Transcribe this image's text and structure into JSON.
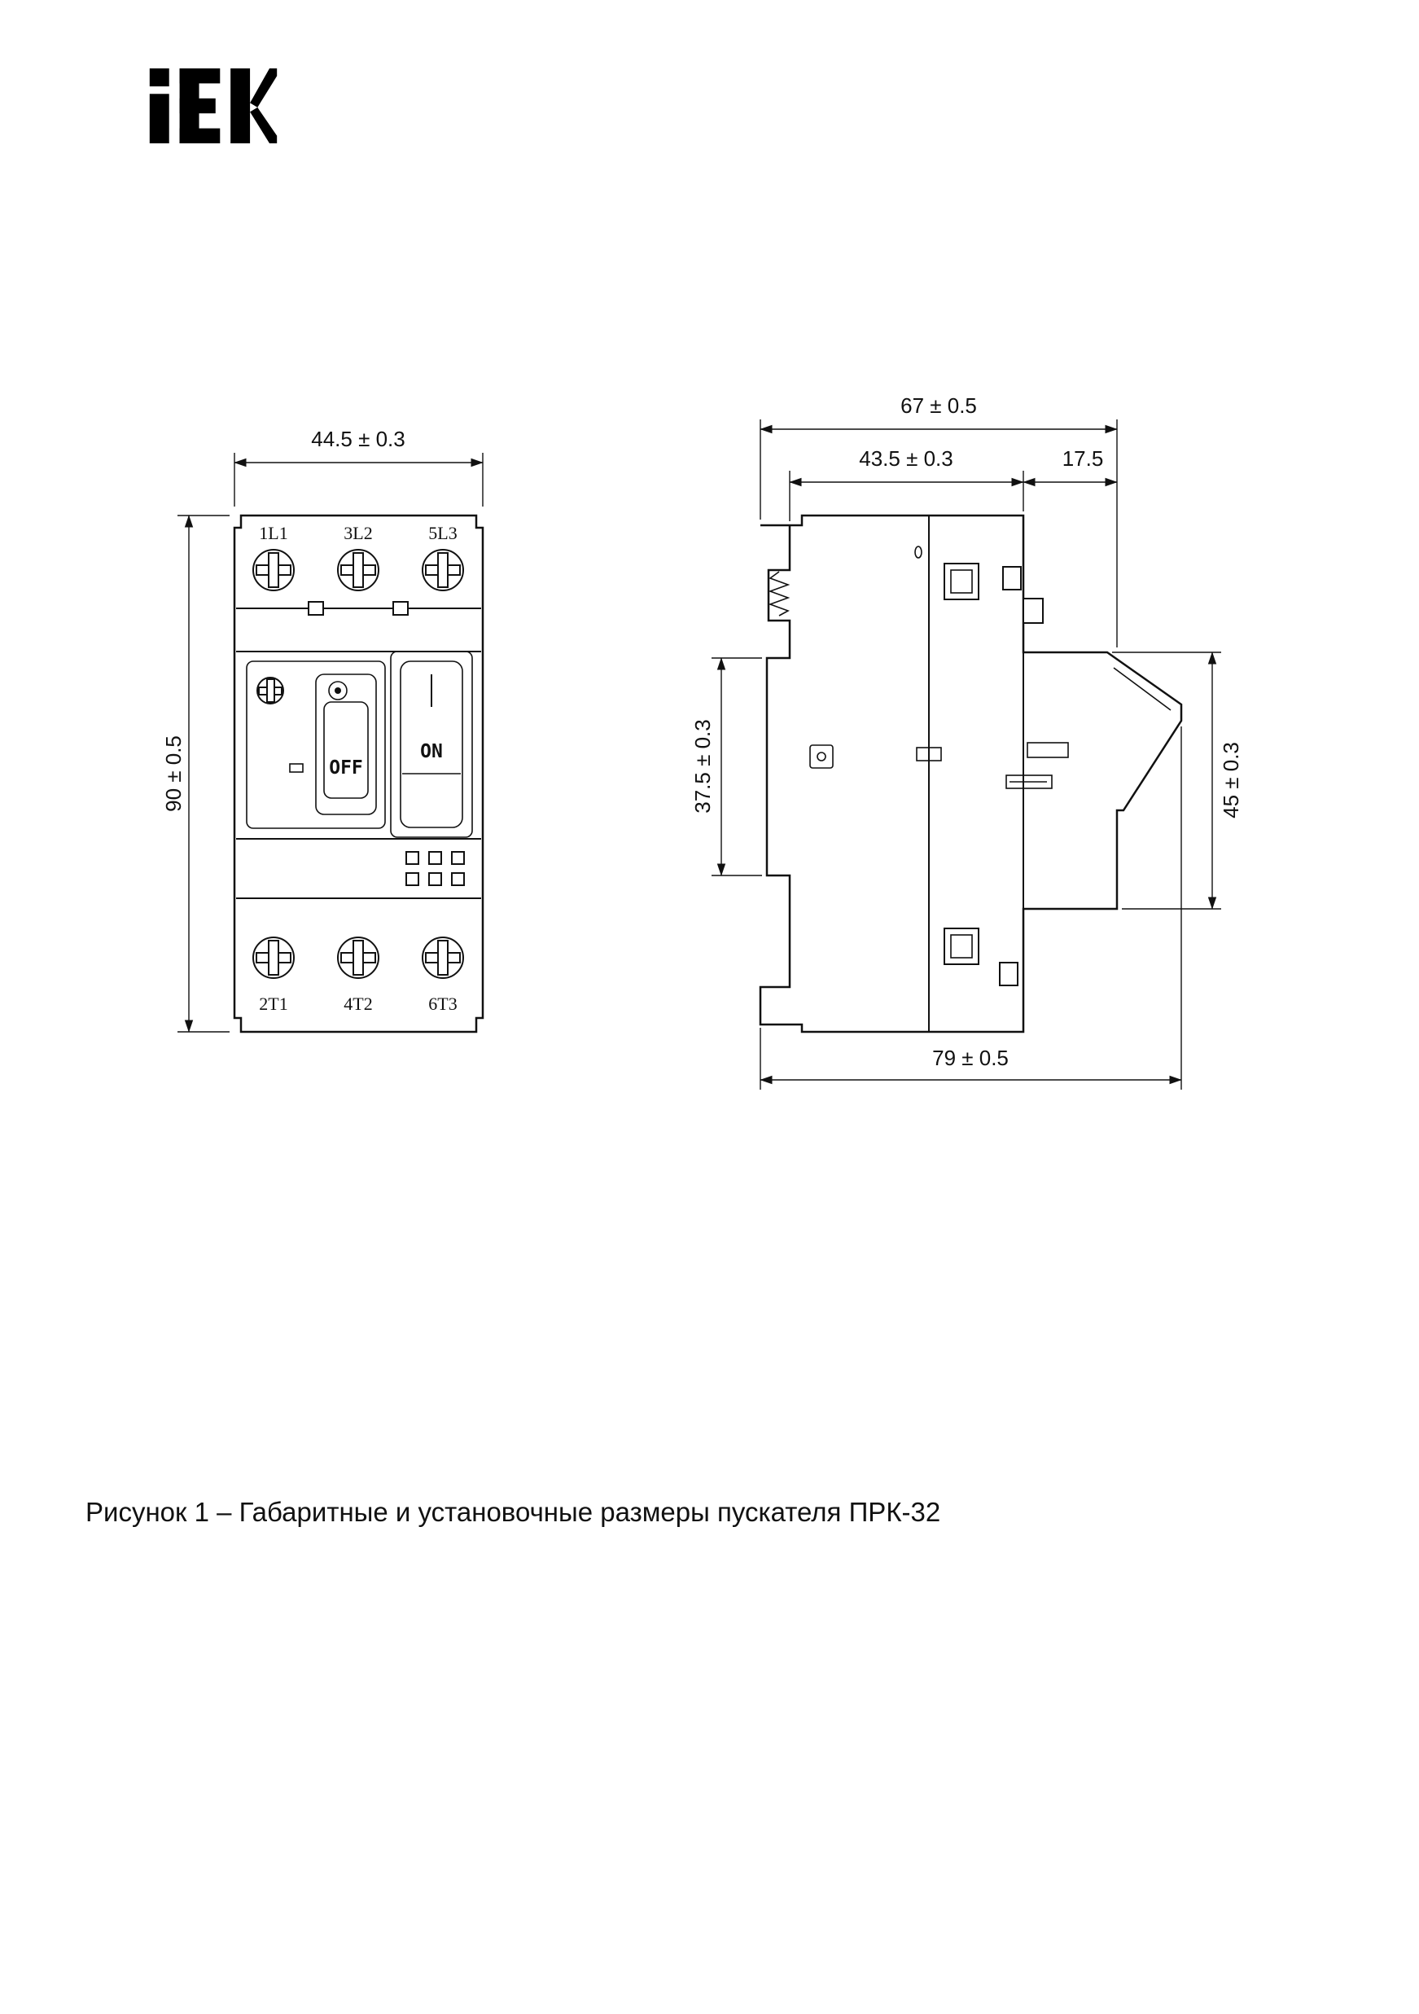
{
  "logo": {
    "text": "IEK"
  },
  "caption": {
    "text": "Рисунок 1 – Габаритные и установочные размеры пускателя ПРК-32"
  },
  "front_view": {
    "dim_width": "44.5 ± 0.3",
    "dim_height": "90 ± 0.5",
    "terminals_top": [
      "1L1",
      "3L2",
      "5L3"
    ],
    "terminals_bottom": [
      "2T1",
      "4T2",
      "6T3"
    ],
    "off_label": "OFF",
    "on_label": "ON"
  },
  "side_view": {
    "dim_depth_overall": "67 ± 0.5",
    "dim_depth_body": "43.5 ± 0.3",
    "dim_depth_front": "17.5",
    "dim_height_back": "37.5 ± 0.3",
    "dim_height_front": "45 ± 0.3",
    "dim_depth_total": "79 ± 0.5"
  }
}
